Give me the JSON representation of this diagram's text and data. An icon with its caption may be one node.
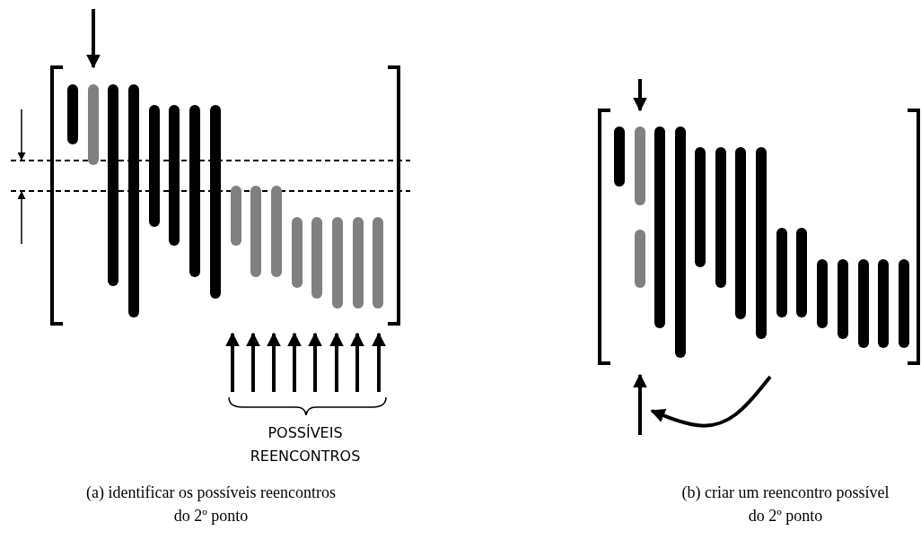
{
  "diagram": {
    "labels": [
      "POSSÍVEIS REENCONTROS",
      "(a) identificar os possíveis reencontros do 2º ponto",
      "(b) criar um reencontro possível do 2º ponto"
    ]
  }
}
